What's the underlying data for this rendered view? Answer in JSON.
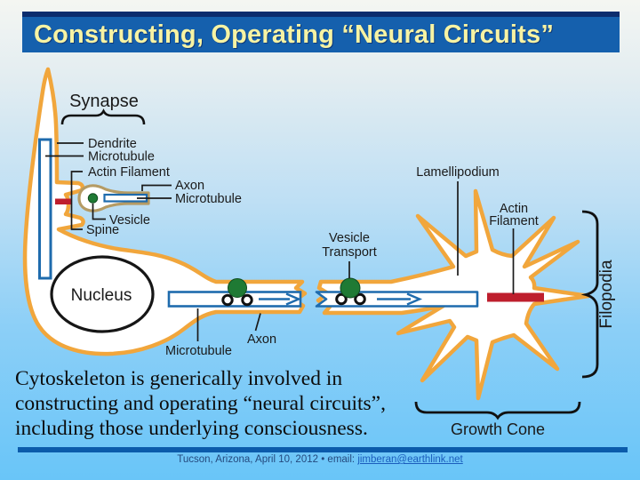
{
  "title": "Constructing, Operating “Neural Circuits”",
  "diagram": {
    "labels": {
      "synapse": "Synapse",
      "dendrite": "Dendrite",
      "microtubule_dendrite": "Microtubule",
      "actin_filament_spine": "Actin Filament",
      "axon_terminal_line1": "Axon",
      "axon_terminal_line2": "Microtubule",
      "vesicle": "Vesicle",
      "spine": "Spine",
      "nucleus": "Nucleus",
      "microtubule_axon": "Microtubule",
      "axon": "Axon",
      "vesicle_transport_line1": "Vesicle",
      "vesicle_transport_line2": "Transport",
      "lamellipodium": "Lamellipodium",
      "actin_filament_gc_line1": "Actin",
      "actin_filament_gc_line2": "Filament",
      "filopodia": "Filopodia",
      "growth_cone": "Growth Cone"
    }
  },
  "caption": {
    "lines": [
      "Cytoskeleton is generically involved in",
      "constructing and operating “neural circuits”,",
      "including those underlying consciousness."
    ]
  },
  "footer": {
    "text": "Tucson, Arizona, April 10, 2012 • email:",
    "email": "jimberan@earthlink.net"
  },
  "colors": {
    "title_bar": "#1560ad",
    "title_bar_top_edge": "#0c2d6e",
    "title_text": "#f7f3a3",
    "membrane_orange": "#f1a63c",
    "terminal_tan": "#b59b64",
    "microtubule_blue": "#1e6bad",
    "actin_red": "#be1e2d",
    "vesicle_green": "#1f7a34",
    "divider_blue": "#0b5bab",
    "background_bottom": "#69c5f8"
  }
}
